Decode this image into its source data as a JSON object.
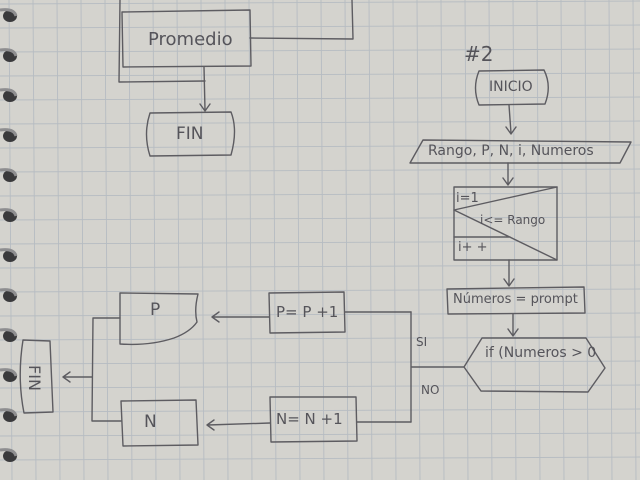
{
  "diagram": {
    "prev_section": {
      "average_label": "Promedio",
      "end_label": "FIN"
    },
    "heading": "#2",
    "start_label": "INICIO",
    "input_label": "Rango, P, N, i, Numeros",
    "loop": {
      "init": "i=1",
      "condition": "i<= Rango",
      "increment": "i+ +"
    },
    "assign_label": "Números = prompt",
    "decision_label": "if (Numeros > 0",
    "yes_label": "SI",
    "no_label": "NO",
    "positive_increment": "P= P +1",
    "negative_increment": "N= N +1",
    "output_p": "P",
    "output_n": "N",
    "end_vertical": "FIN"
  },
  "colors": {
    "paper": "#d4d3ce",
    "grid": "#b6bcc2",
    "ink": "#5d5c61"
  }
}
